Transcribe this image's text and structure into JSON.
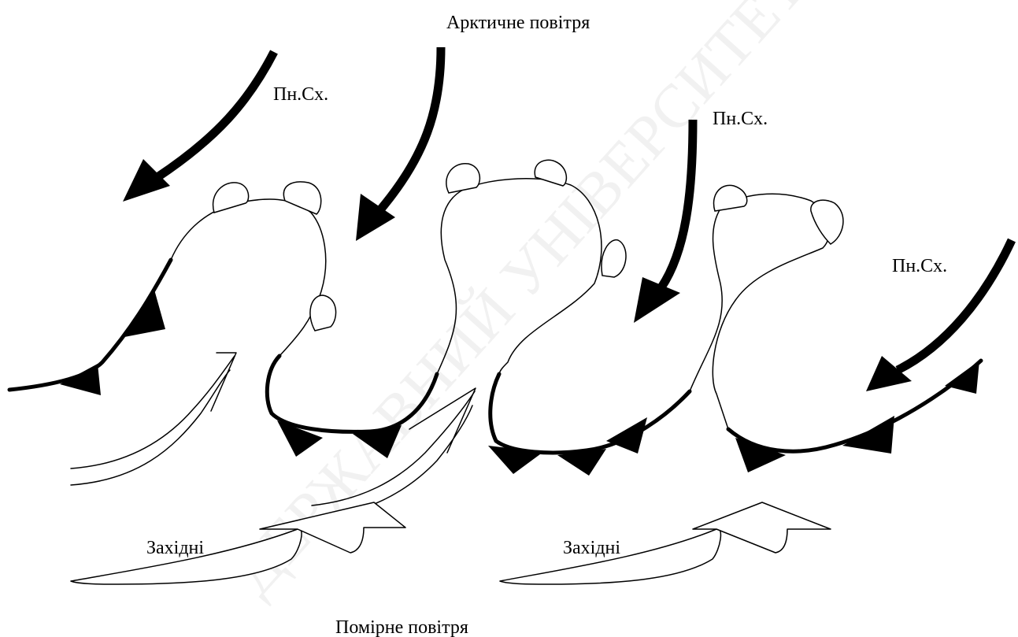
{
  "title": "Арктичне повітря",
  "bottom_label": "Помірне повітря",
  "wind_labels": [
    "Пн.Сх.",
    "Пн.Сх.",
    "Пн.Сх."
  ],
  "westerly_labels": [
    "Західні",
    "Західні"
  ],
  "watermark": "ДЕРЖАВНИЙ УНІВЕРСИТЕТ"
}
